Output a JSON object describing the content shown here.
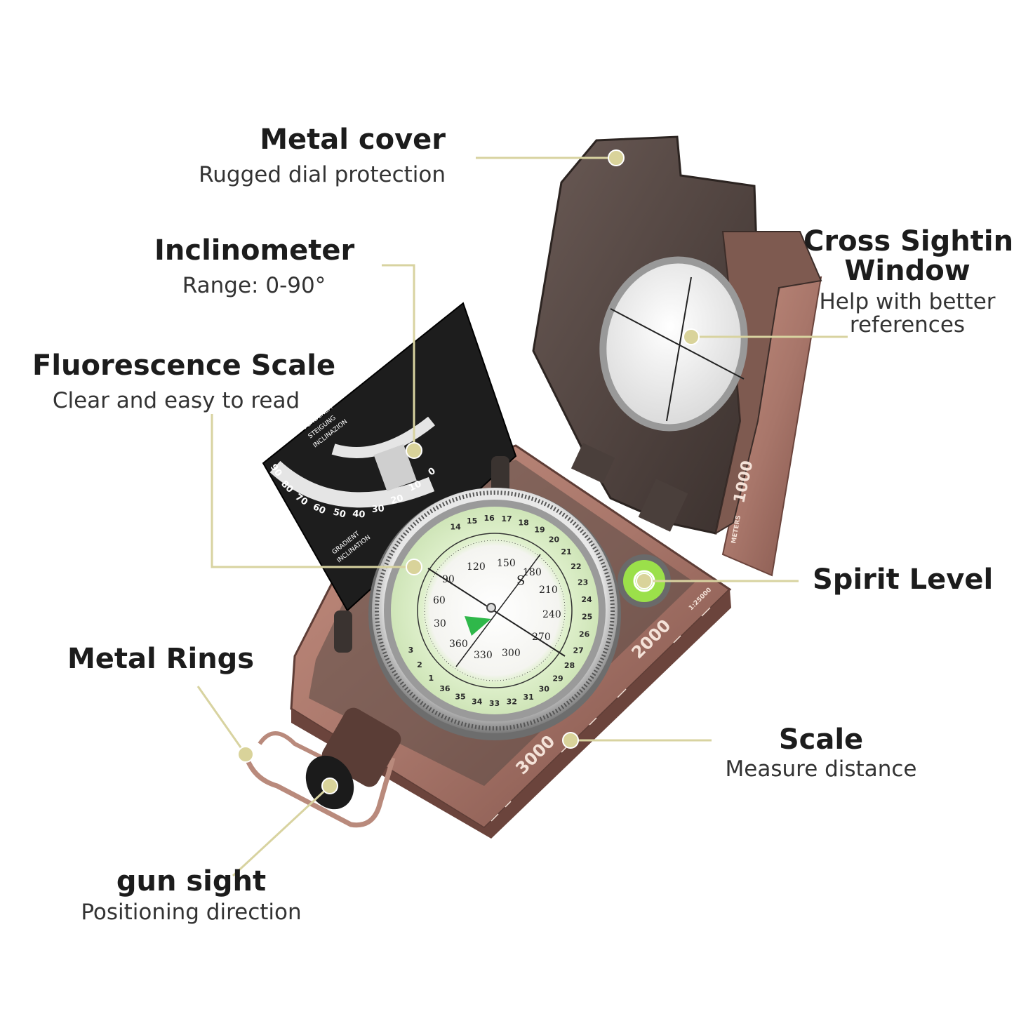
{
  "callouts": {
    "metal_cover": {
      "title": "Metal cover",
      "desc": "Rugged dial protection"
    },
    "inclinometer": {
      "title": "Inclinometer",
      "desc": "Range: 0-90°"
    },
    "fluorescence_scale": {
      "title": "Fluorescence Scale",
      "desc": "Clear and easy to read"
    },
    "cross_sighting_window": {
      "title_line1": "Cross Sighting",
      "title_line2": "Window",
      "desc_line1": "Help with better",
      "desc_line2": "references"
    },
    "spirit_level": {
      "title": "Spirit Level"
    },
    "metal_rings": {
      "title": "Metal Rings"
    },
    "scale": {
      "title": "Scale",
      "desc": "Measure distance"
    },
    "gun_sight": {
      "title": "gun sight",
      "desc": "Positioning direction"
    }
  },
  "colors": {
    "leader_line": "#d8d3a0",
    "dot": "#d9d39a",
    "body": "#a8766a",
    "cover": "#4a3f3b",
    "dial_glow": "#dff0cc",
    "bubble": "#9be04a",
    "arrow": "#2fb84a"
  },
  "compass": {
    "inclinometer_scale": [
      "90",
      "80",
      "70",
      "60",
      "50",
      "40",
      "30",
      "20",
      "10",
      "0"
    ],
    "inclinometer_text": [
      "PENDENZA",
      "STEIGUNG",
      "INCLINAZION",
      "GRADIENT",
      "INCLINATION"
    ],
    "ruler_marks": [
      "1000",
      "2000",
      "3000"
    ],
    "ruler_units": "METERS",
    "ratio": "1:25000",
    "dial_numbers": [
      "120",
      "150",
      "180",
      "210",
      "240",
      "270",
      "300",
      "330",
      "360",
      "30",
      "60",
      "90"
    ],
    "cardinal": "S",
    "outer_ring": [
      "14",
      "15",
      "16",
      "17",
      "18",
      "19",
      "20",
      "21",
      "22",
      "23",
      "24",
      "25",
      "26",
      "27",
      "28",
      "29",
      "30",
      "31",
      "32",
      "33",
      "34",
      "35",
      "36",
      "1",
      "2",
      "3"
    ]
  }
}
